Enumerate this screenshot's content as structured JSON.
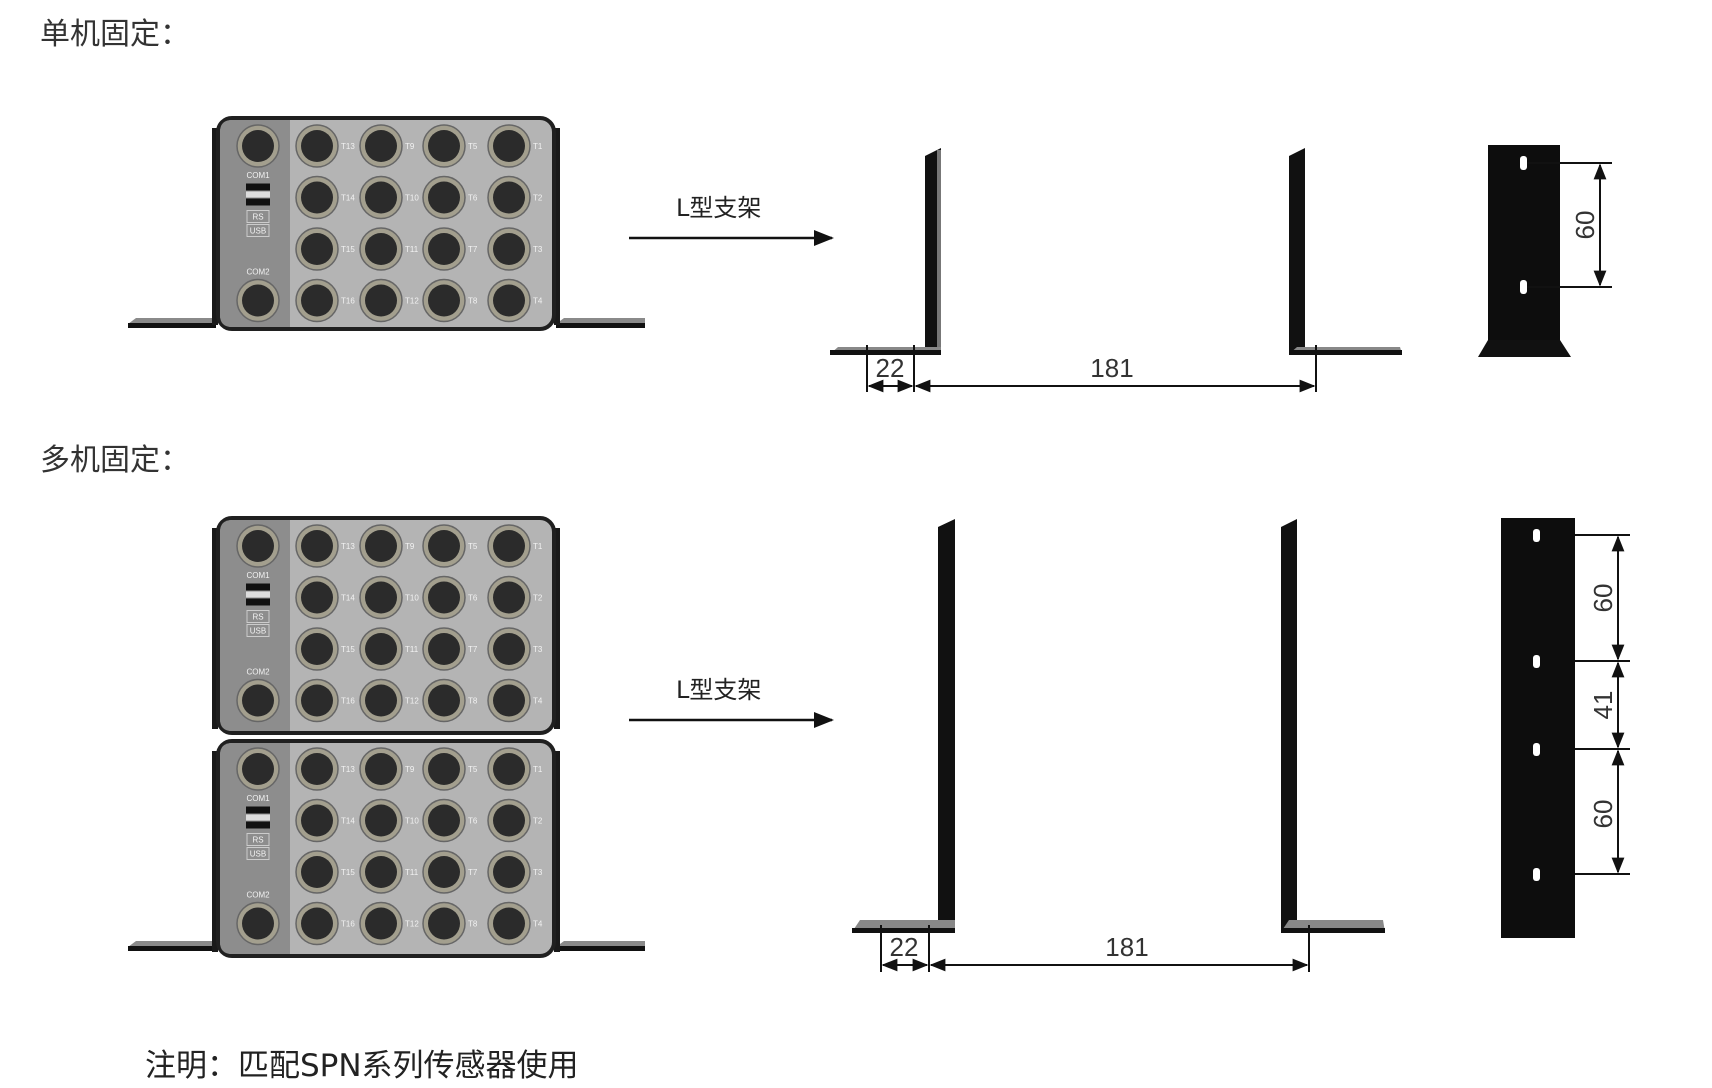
{
  "sections": {
    "single": {
      "title": "单机固定：",
      "arrow_label": "L型支架",
      "dim_foot": "22",
      "dim_span": "181",
      "dim_holes": [
        "60"
      ]
    },
    "multi": {
      "title": "多机固定：",
      "arrow_label": "L型支架",
      "dim_foot": "22",
      "dim_span": "181",
      "dim_holes": [
        "60",
        "41",
        "60"
      ]
    }
  },
  "device": {
    "left_labels": [
      "COM1",
      "COM2"
    ],
    "usb_labels": [
      "RS",
      "USB"
    ],
    "port_rows": [
      [
        "T13",
        "T9",
        "T5",
        "T1"
      ],
      [
        "T14",
        "T10",
        "T6",
        "T2"
      ],
      [
        "T15",
        "T11",
        "T7",
        "T3"
      ],
      [
        "T16",
        "T12",
        "T8",
        "T4"
      ]
    ]
  },
  "note": "注明：匹配SPN系列传感器使用",
  "colors": {
    "bracket": "#111111",
    "device_body": "#b4b4b4",
    "device_left_panel": "#8d8d8d",
    "connector_ring": "#a39f8e"
  }
}
